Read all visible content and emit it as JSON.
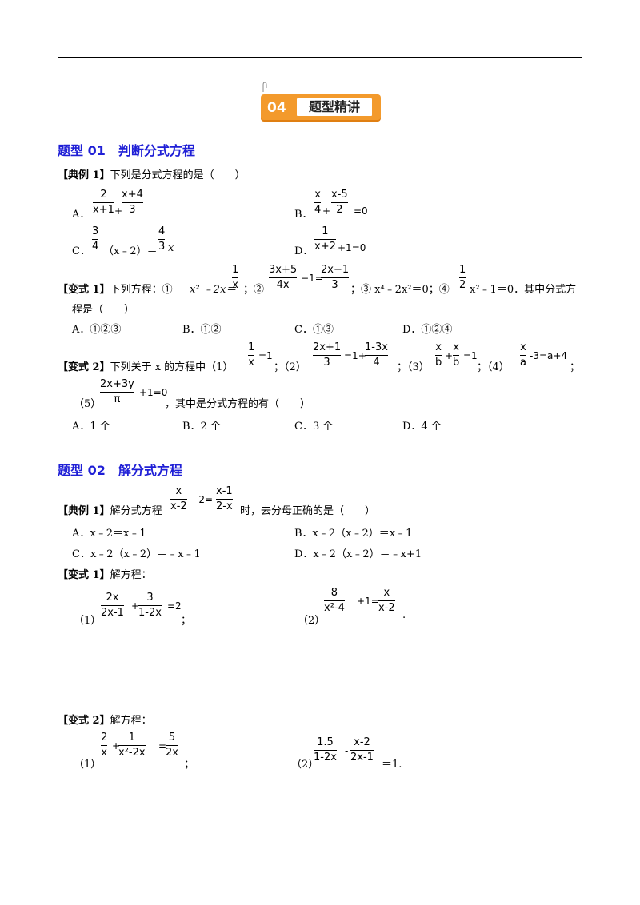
{
  "banner": {
    "number": "04",
    "title": "题型精讲"
  },
  "sections": [
    {
      "title": "题型 01　判断分式方程"
    },
    {
      "title": "题型 02　解分式方程"
    }
  ],
  "s1": {
    "ex1": {
      "tag": "【典例 1】",
      "question": "下列是分式方程的是（　　）",
      "A": {
        "label": "A．",
        "f1n": "2",
        "f1d": "x+1",
        "plus": "+",
        "f2n": "x+4",
        "f2d": "3"
      },
      "B": {
        "label": "B．",
        "f1n": "x",
        "f1d": "4",
        "plus": "+",
        "f2n": "x-5",
        "f2d": "2",
        "tail": "=0"
      },
      "C": {
        "label": "C．",
        "f1n": "3",
        "f1d": "4",
        "mid": "（x﹣2）＝",
        "f2n": "4",
        "f2d": "3",
        "tail": "x"
      },
      "D": {
        "label": "D．",
        "f1n": "1",
        "f1d": "x+2",
        "tail": "+1=0"
      }
    },
    "var1": {
      "tag": "【变式 1】",
      "text1": "下列方程：①",
      "eq1": "x² ﹣2x＝",
      "f1n": "1",
      "f1d": "x",
      "sep1": "；②",
      "f2n": "3x+5",
      "f2d": "4x",
      "minus1": "−1=",
      "f3n": "2x−1",
      "f3d": "3",
      "sep2": "；③ x⁴﹣2x²＝0；④",
      "f4n": "1",
      "f4d": "2",
      "eq4": "x²﹣1＝0．其中分式方",
      "line2": "程是（　　）",
      "A": "A．①②③",
      "B": "B．①②",
      "C": "C．①③",
      "D": "D．①②④"
    },
    "var2": {
      "tag": "【变式 2】",
      "text1": "下列关于 x 的方程中（1）",
      "p1n": "1",
      "p1d": "x",
      "p1t": "=1",
      "s2": "；（2）",
      "p2n": "2x+1",
      "p2d": "3",
      "p2m": "=1+",
      "p2n2": "1-3x",
      "p2d2": "4",
      "s3": "；（3）",
      "p3n": "x",
      "p3d": "b",
      "p3p": "+",
      "p3n2": "x",
      "p3d2": "b",
      "p3t": "=1",
      "s4": "；（4）",
      "p4n": "x",
      "p4d": "a",
      "p4t": "-3=a+4",
      "s4end": "；",
      "s5": "（5）",
      "p5n": "2x+3y",
      "p5d": "π",
      "p5t": "+1=0",
      "s5end": "，其中是分式方程的有（　　）",
      "A": "A．1 个",
      "B": "B．2 个",
      "C": "C．3 个",
      "D": "D．4 个"
    }
  },
  "s2": {
    "ex1": {
      "tag": "【典例 1】",
      "text1": "解分式方程",
      "f1n": "x",
      "f1d": "x-2",
      "mid": "-2=",
      "f2n": "x-1",
      "f2d": "2-x",
      "text2": "时，去分母正确的是（　　）",
      "A": "A．x﹣2＝x﹣1",
      "B": "B．x﹣2（x﹣2）＝x﹣1",
      "C": "C．x﹣2（x﹣2）＝﹣x﹣1",
      "D": "D．x﹣2（x﹣2）＝﹣x+1"
    },
    "var1": {
      "tag": "【变式 1】",
      "text": "解方程：",
      "q1": {
        "label": "（1）",
        "f1n": "2x",
        "f1d": "2x-1",
        "plus": "+",
        "f2n": "3",
        "f2d": "1-2x",
        "tail": "=2",
        "end": "；"
      },
      "q2": {
        "label": "（2）",
        "f1n": "8",
        "f1d": "x²-4",
        "mid": "+1=",
        "f2n": "x",
        "f2d": "x-2",
        "end": "."
      }
    },
    "var2": {
      "tag": "【变式 2】",
      "text": "解方程：",
      "q1": {
        "label": "（1）",
        "f1n": "2",
        "f1d": "x",
        "plus": "+",
        "f2n": "1",
        "f2d": "x²-2x",
        "mid": "=",
        "f3n": "5",
        "f3d": "2x",
        "end": "；"
      },
      "q2": {
        "label": "（2）",
        "f1n": "1.5",
        "f1d": "1-2x",
        "minus": "-",
        "f2n": "x-2",
        "f2d": "2x-1",
        "tail": "＝1."
      }
    }
  }
}
